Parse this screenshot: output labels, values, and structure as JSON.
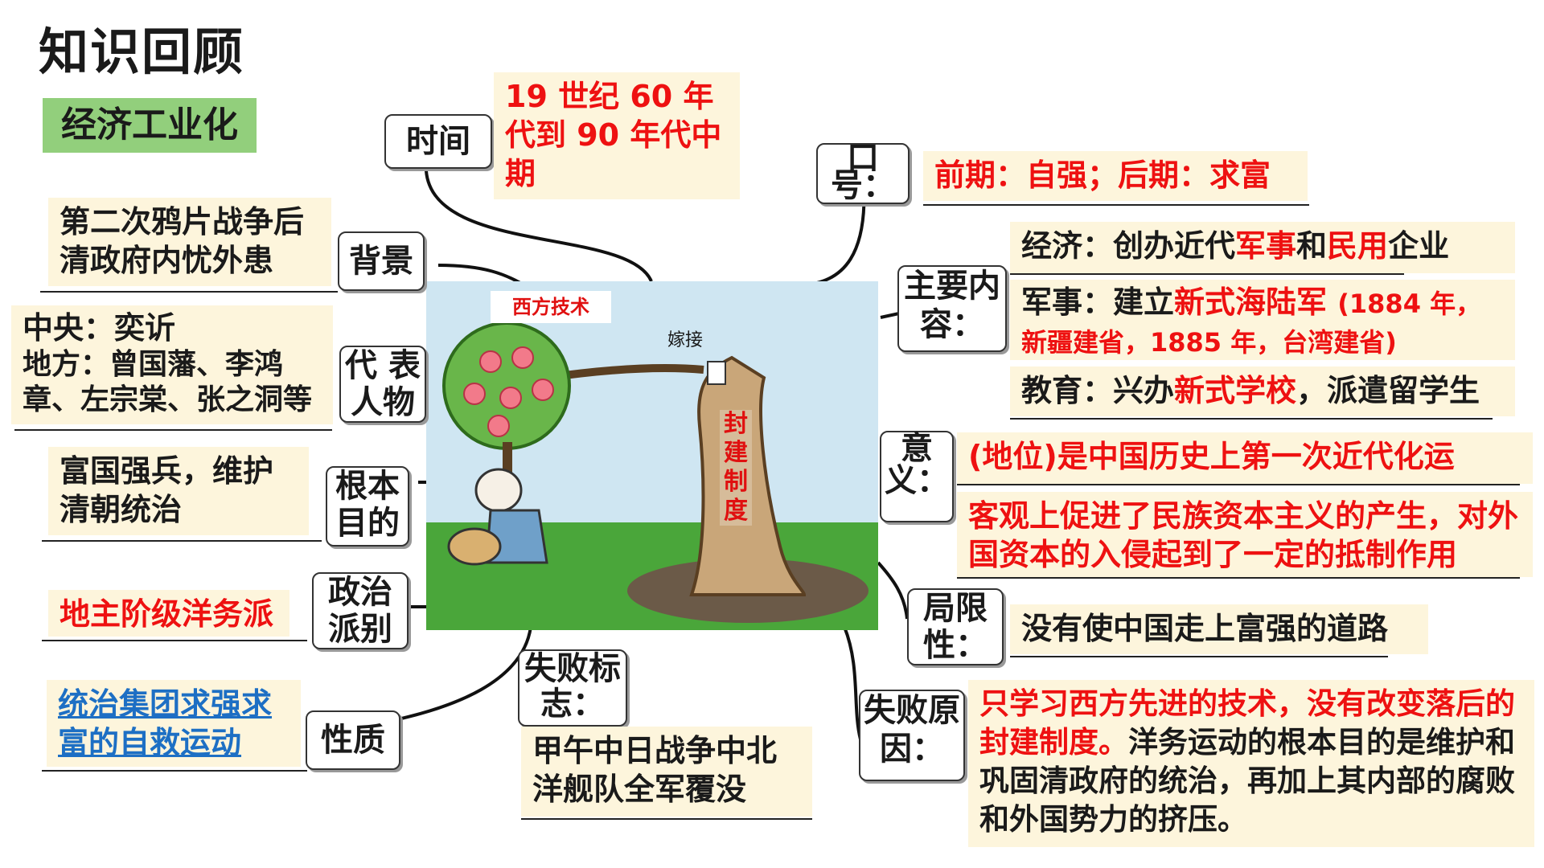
{
  "title": "知识回顾",
  "section_tag": "经济工业化",
  "center_picture": {
    "banner": "西方技术",
    "graft_label": "嫁接",
    "trunk_label": "封建制度"
  },
  "left": {
    "background": {
      "label": "背景",
      "text": "第二次鸦片战争后清政府内忧外患"
    },
    "representatives": {
      "label": "代 表人物",
      "central": "中央：奕䜣",
      "local": "地方：曾国藩、李鸿章、左宗棠、张之洞等"
    },
    "purpose": {
      "label": "根本目的",
      "text": "富国强兵，维护清朝统治"
    },
    "faction": {
      "label": "政治派别",
      "text": "地主阶级洋务派"
    },
    "nature": {
      "label": "性质",
      "text": "统治集团求强求富的自救运动"
    }
  },
  "top": {
    "time": {
      "label": "时间",
      "text": "19 世纪 60 年代到 90 年代中期"
    },
    "slogan": {
      "label": "口号：",
      "text": "前期：自强；后期：求富"
    }
  },
  "bottom": {
    "failure_sign": {
      "label": "失败标志：",
      "text": "甲午中日战争中北洋舰队全军覆没"
    }
  },
  "right": {
    "content": {
      "label": "主要内容：",
      "economy_prefix": "经济：创办近代",
      "economy_red1": "军事",
      "economy_mid": "和",
      "economy_red2": "民用",
      "economy_suffix": "企业",
      "military_prefix": "军事：建立",
      "military_red": "新式海陆军",
      "military_note": "(1884 年，新疆建省，1885 年，台湾建省)",
      "education_prefix": "教育：兴办",
      "education_red": "新式学校",
      "education_suffix": "，派遣留学生"
    },
    "significance": {
      "label": "意义：",
      "status": "(地位)是中国历史上第一次近代化运",
      "effect": "客观上促进了民族资本主义的产生，对外国资本的入侵起到了一定的抵制作用"
    },
    "limitation": {
      "label": "局限性：",
      "text": "没有使中国走上富强的道路"
    },
    "failure_reason": {
      "label": "失败原因：",
      "red": "只学习西方先进的技术，没有改变落后的封建制度。",
      "black": "洋务运动的根本目的是维护和巩固清政府的统治，再加上其内部的腐败和外国势力的挤压。"
    }
  },
  "colors": {
    "red": "#ee1111",
    "box_bg": "#fdf5dc",
    "green_tag": "#92cf7c",
    "blue": "#1d6fc4"
  }
}
